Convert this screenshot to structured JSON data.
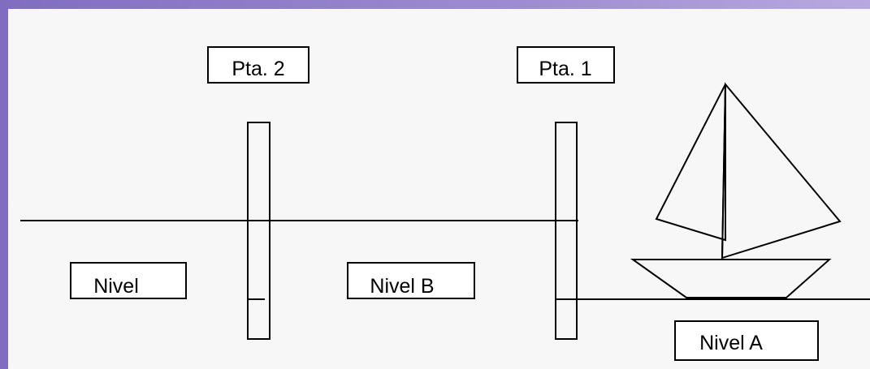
{
  "labels": {
    "pta2": "Pta. 2",
    "pta1": "Pta. 1",
    "nivel": "Nivel",
    "nivel_b": "Nivel B",
    "nivel_a": "Nivel A"
  },
  "colors": {
    "border": "#8f7fc6",
    "paper": "#f7f7f7",
    "ink": "#000000"
  }
}
